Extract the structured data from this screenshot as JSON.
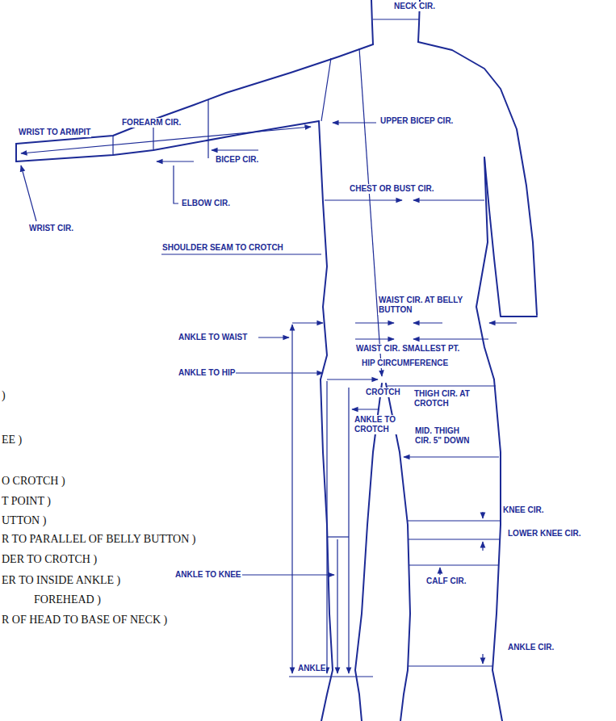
{
  "diagram": {
    "labels": [
      "NECK CIR.",
      "FOREARM CIR.",
      "UPPER BICEP CIR.",
      "WRIST TO ARMPIT",
      "BICEP CIR.",
      "CHEST OR BUST CIR.",
      "ELBOW CIR.",
      "WRIST CIR.",
      "SHOULDER SEAM TO CROTCH",
      "WAIST CIR. AT BELLY BUTTON",
      "ANKLE TO WAIST",
      "WAIST CIR. SMALLEST PT.",
      "HIP CIRCUMFERENCE",
      "ANKLE TO HIP",
      "CROTCH",
      "THIGH CIR. AT CROTCH",
      "ANKLE TO CROTCH",
      "MID. THIGH CIR. 5\" DOWN",
      "KNEE CIR.",
      "LOWER KNEE CIR.",
      "ANKLE TO KNEE",
      "CALF CIR.",
      "ANKLE CIR.",
      "ANKLE",
      ")",
      "EE )",
      "O CROTCH )",
      "T POINT )",
      "UTTON )",
      "R TO PARALLEL OF BELLY BUTTON )",
      "DER TO CROTCH )",
      "ER TO INSIDE ANKLE )",
      "FOREHEAD )",
      "R OF HEAD TO BASE OF NECK )"
    ]
  }
}
